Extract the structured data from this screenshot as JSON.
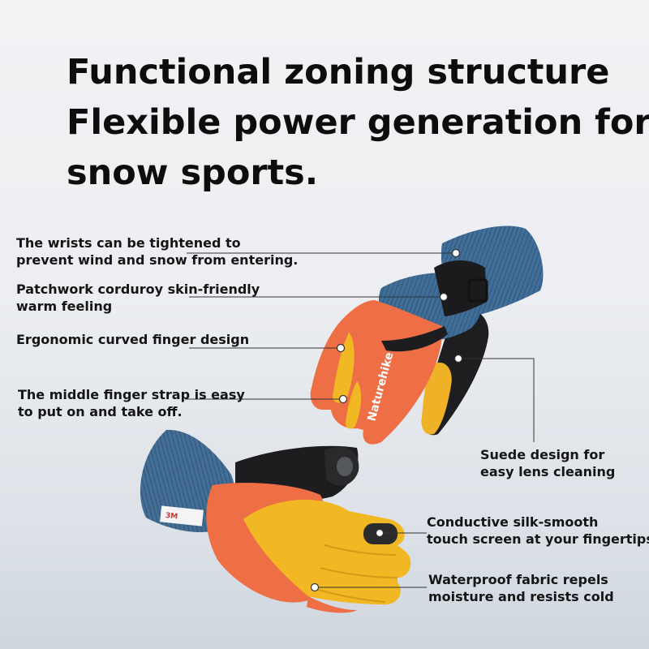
{
  "headline": {
    "line1": "Functional zoning structure",
    "line2": "Flexible power generation for",
    "line3": "snow sports."
  },
  "brand": "Naturehike",
  "tag_text": "3M",
  "callouts": {
    "wrist": {
      "line1": "The wrists can be tightened to",
      "line2": "prevent wind and snow from entering."
    },
    "corduroy": {
      "line1": "Patchwork corduroy skin-friendly",
      "line2": "warm feeling"
    },
    "curved": {
      "line1": "Ergonomic curved finger design"
    },
    "strap": {
      "line1": "The middle finger strap is easy",
      "line2": "to put on and take off."
    },
    "suede": {
      "line1": "Suede design for",
      "line2": "easy lens cleaning"
    },
    "touch": {
      "line1": "Conductive silk-smooth",
      "line2": "touch screen at your fingertips"
    },
    "waterproof": {
      "line1": "Waterproof fabric repels",
      "line2": "moisture and resists cold"
    }
  },
  "colors": {
    "corduroy_blue": "#3f6b92",
    "orange": "#ee6e45",
    "yellow": "#f2b824",
    "black": "#1d1d1f"
  }
}
